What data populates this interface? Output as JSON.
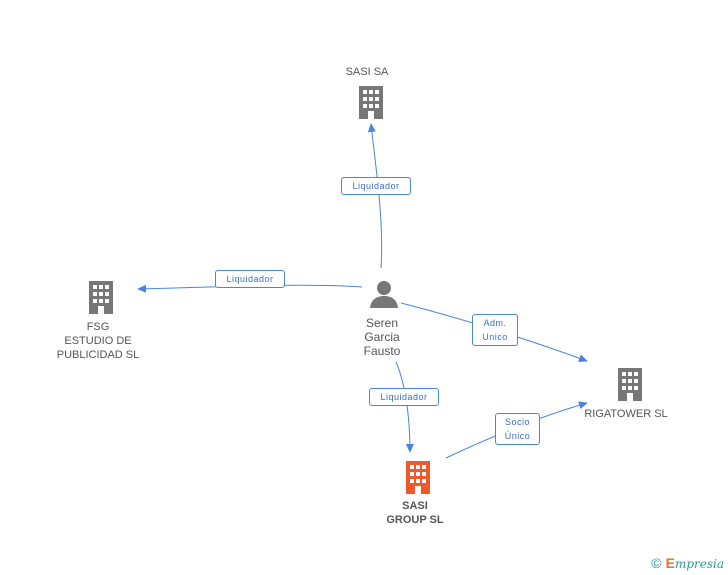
{
  "colors": {
    "edge": "#4a86d8",
    "building_default": "#777777",
    "building_focus": "#ee5a2c",
    "person": "#777777"
  },
  "nodes": {
    "sasi_sa": {
      "label": "SASI SA",
      "icon": "building-icon"
    },
    "fsg": {
      "label": "FSG\nESTUDIO DE\nPUBLICIDAD SL",
      "icon": "building-icon"
    },
    "person": {
      "label": "Seren\nGarcia\nFausto",
      "icon": "person-icon"
    },
    "rigatower": {
      "label": "RIGATOWER SL",
      "icon": "building-icon"
    },
    "sasi_group": {
      "label": "SASI\nGROUP SL",
      "icon": "building-icon"
    }
  },
  "edges": {
    "to_sasi_sa": "Liquidador",
    "to_fsg": "Liquidador",
    "to_rigatower": "Adm.\nUnico",
    "to_sasi_group": "Liquidador",
    "group_to_rigatower": "Socio\nÚnico"
  },
  "footer": {
    "copyright": "©",
    "brand_initial": "E",
    "brand_rest": "mpresia"
  }
}
